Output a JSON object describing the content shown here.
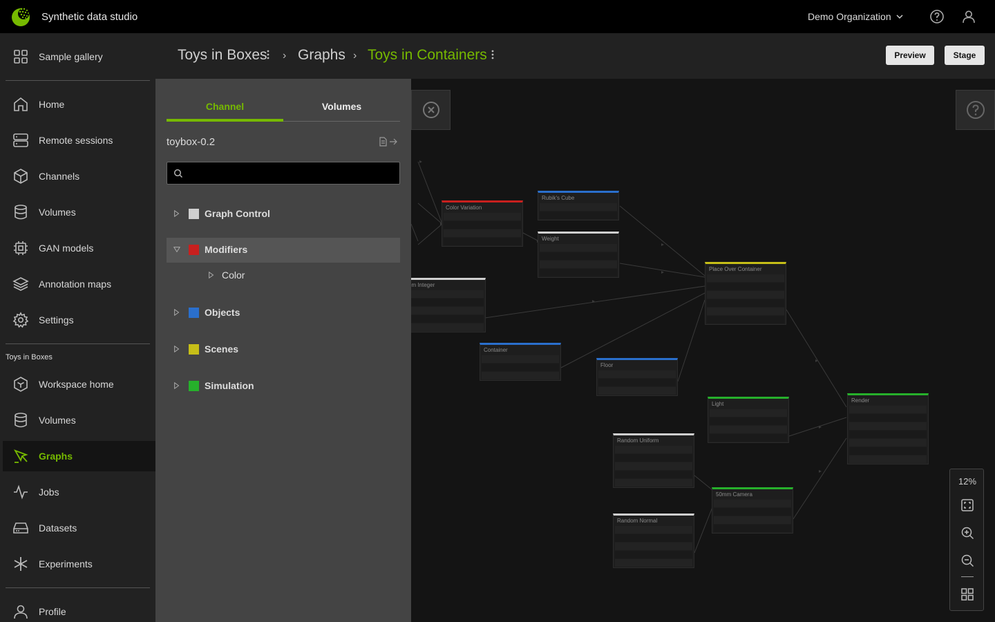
{
  "app": {
    "title": "Synthetic data studio",
    "org": "Demo Organization"
  },
  "sidebar": {
    "top": [
      {
        "label": "Sample gallery",
        "icon": "grid-icon"
      }
    ],
    "main": [
      {
        "label": "Home",
        "icon": "home-icon"
      },
      {
        "label": "Remote sessions",
        "icon": "server-icon"
      },
      {
        "label": "Channels",
        "icon": "cube-icon"
      },
      {
        "label": "Volumes",
        "icon": "database-icon"
      },
      {
        "label": "GAN models",
        "icon": "chip-icon"
      },
      {
        "label": "Annotation maps",
        "icon": "layers-icon"
      },
      {
        "label": "Settings",
        "icon": "gear-icon"
      }
    ],
    "workspace_label": "Toys in Boxes",
    "workspace": [
      {
        "label": "Workspace home",
        "icon": "box-icon"
      },
      {
        "label": "Volumes",
        "icon": "database-icon"
      },
      {
        "label": "Graphs",
        "icon": "graph-pen-icon"
      },
      {
        "label": "Jobs",
        "icon": "activity-icon"
      },
      {
        "label": "Datasets",
        "icon": "drive-icon"
      },
      {
        "label": "Experiments",
        "icon": "asterisk-icon"
      }
    ],
    "bottom": [
      {
        "label": "Profile",
        "icon": "user-icon"
      }
    ]
  },
  "breadcrumb": {
    "workspace": "Toys in Boxes",
    "section": "Graphs",
    "graph": "Toys in Containers",
    "separator": "›"
  },
  "actions": {
    "preview": "Preview",
    "stage": "Stage"
  },
  "panel": {
    "tabs": [
      "Channel",
      "Volumes"
    ],
    "channel_name": "toybox-0.2",
    "search_placeholder": "",
    "tree": [
      {
        "label": "Graph Control",
        "color": "#cfcfcf",
        "expanded": false
      },
      {
        "label": "Modifiers",
        "color": "#c8201e",
        "expanded": true,
        "children": [
          "Color"
        ]
      },
      {
        "label": "Objects",
        "color": "#2a6fcc",
        "expanded": false
      },
      {
        "label": "Scenes",
        "color": "#c6be18",
        "expanded": false
      },
      {
        "label": "Simulation",
        "color": "#26b02b",
        "expanded": false
      }
    ]
  },
  "zoom": {
    "level": "12%"
  },
  "nodes": [
    {
      "title": "Color Variation",
      "color": "#c8201e"
    },
    {
      "title": "Rubik's Cube",
      "color": "#2a6fcc"
    },
    {
      "title": "Weight",
      "color": "#cfcfcf"
    },
    {
      "title": "om Integer",
      "color": "#cfcfcf"
    },
    {
      "title": "Place Over Container",
      "color": "#c6be18"
    },
    {
      "title": "Container",
      "color": "#2a6fcc"
    },
    {
      "title": "Floor",
      "color": "#2a6fcc"
    },
    {
      "title": "Light",
      "color": "#26b02b"
    },
    {
      "title": "Render",
      "color": "#26b02b"
    },
    {
      "title": "Random Uniform",
      "color": "#cfcfcf"
    },
    {
      "title": "50mm Camera",
      "color": "#26b02b"
    },
    {
      "title": "Random Normal",
      "color": "#cfcfcf"
    }
  ]
}
